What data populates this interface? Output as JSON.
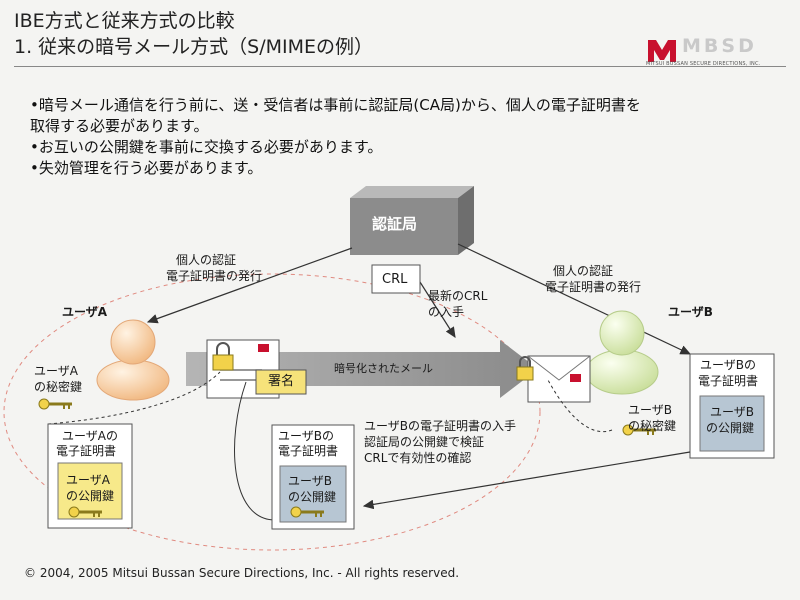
{
  "title": {
    "line1": "IBE方式と従来方式の比較",
    "line2": "1. 従来の暗号メール方式（S/MIMEの例）"
  },
  "logo": {
    "text": "MBSD",
    "subtitle": "MITSUI BUSSAN SECURE DIRECTIONS, INC."
  },
  "bullets": [
    "•暗号メール通信を行う前に、送・受信者は事前に認証局(CA局)から、個人の電子証明書を",
    "取得する必要があります。",
    "•お互いの公開鍵を事前に交換する必要があります。",
    "•失効管理を行う必要があります。"
  ],
  "diagram": {
    "ca_label": "認証局",
    "crl_label": "CRL",
    "issue_left": [
      "個人の認証",
      "電子証明書の発行"
    ],
    "issue_right": [
      "個人の認証",
      "電子証明書の発行"
    ],
    "crl_fetch": [
      "最新のCRL",
      "の入手"
    ],
    "user_a": "ユーザA",
    "user_b": "ユーザB",
    "user_a_private_key": [
      "ユーザA",
      "の秘密鍵"
    ],
    "user_b_private_key": [
      "ユーザB",
      "の秘密鍵"
    ],
    "cert_a": {
      "title": [
        "ユーザAの",
        "電子証明書"
      ],
      "inner": [
        "ユーザA",
        "の公開鍵"
      ]
    },
    "cert_b_middle": {
      "title": [
        "ユーザBの",
        "電子証明書"
      ],
      "inner": [
        "ユーザB",
        "の公開鍵"
      ]
    },
    "cert_b_right": {
      "title": [
        "ユーザBの",
        "電子証明書"
      ],
      "inner": [
        "ユーザB",
        "の公開鍵"
      ]
    },
    "signature": "署名",
    "encrypted_mail": "暗号化されたメール",
    "verify_steps": [
      "ユーザBの電子証明書の入手",
      "認証局の公開鍵で検証",
      "CRLで有効性の確認"
    ]
  },
  "footer": "© 2004, 2005 Mitsui Bussan Secure Directions, Inc. - All rights reserved.",
  "colors": {
    "ca_box": "#8c8c8c",
    "cert_yellow": "#f7e98a",
    "cert_blue": "#b7c6d3",
    "user_a": "#f3c99a",
    "user_b": "#d7e8b0",
    "dashed_ellipse": "#e08a80",
    "arrow": "#8f8f8f",
    "logo_red": "#c8102e"
  }
}
